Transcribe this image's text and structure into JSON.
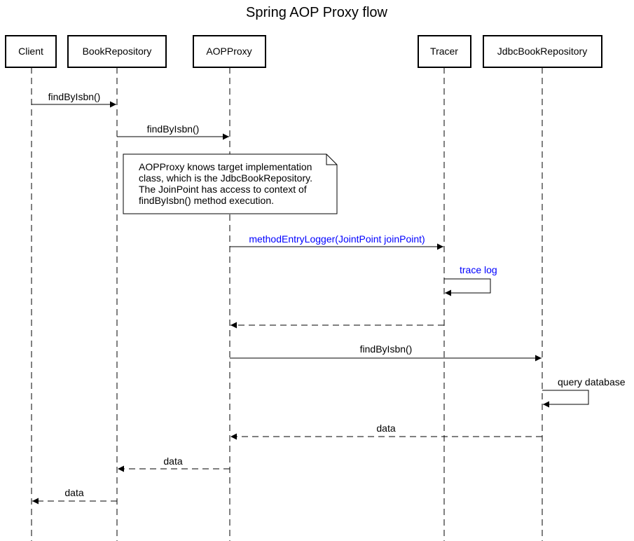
{
  "title": "Spring AOP Proxy flow",
  "colors": {
    "line": "#000000",
    "highlight": "#0000ff",
    "background": "#ffffff"
  },
  "participants": [
    {
      "id": "client",
      "label": "Client"
    },
    {
      "id": "book_repository",
      "label": "BookRepository"
    },
    {
      "id": "aop_proxy",
      "label": "AOPProxy"
    },
    {
      "id": "tracer",
      "label": "Tracer"
    },
    {
      "id": "jdbc_book_repository",
      "label": "JdbcBookRepository"
    }
  ],
  "messages": [
    {
      "from": "client",
      "to": "book_repository",
      "label": "findByIsbn()",
      "style": "solid"
    },
    {
      "from": "book_repository",
      "to": "aop_proxy",
      "label": "findByIsbn()",
      "style": "solid"
    },
    {
      "from": "aop_proxy",
      "to": "tracer",
      "label": "methodEntryLogger(JointPoint joinPoint)",
      "style": "solid",
      "highlight": true
    },
    {
      "from": "tracer",
      "to": "tracer",
      "label": "trace log",
      "style": "self",
      "highlight": true
    },
    {
      "from": "tracer",
      "to": "aop_proxy",
      "label": "",
      "style": "dashed"
    },
    {
      "from": "aop_proxy",
      "to": "jdbc_book_repository",
      "label": "findByIsbn()",
      "style": "solid"
    },
    {
      "from": "jdbc_book_repository",
      "to": "jdbc_book_repository",
      "label": "query database",
      "style": "self"
    },
    {
      "from": "jdbc_book_repository",
      "to": "aop_proxy",
      "label": "data",
      "style": "dashed"
    },
    {
      "from": "aop_proxy",
      "to": "book_repository",
      "label": "data",
      "style": "dashed"
    },
    {
      "from": "book_repository",
      "to": "client",
      "label": "data",
      "style": "dashed"
    }
  ],
  "note": {
    "lines": [
      "AOPProxy knows target implementation",
      "class, which is the JdbcBookRepository.",
      "The JoinPoint has access to context of",
      "findByIsbn() method execution."
    ]
  }
}
